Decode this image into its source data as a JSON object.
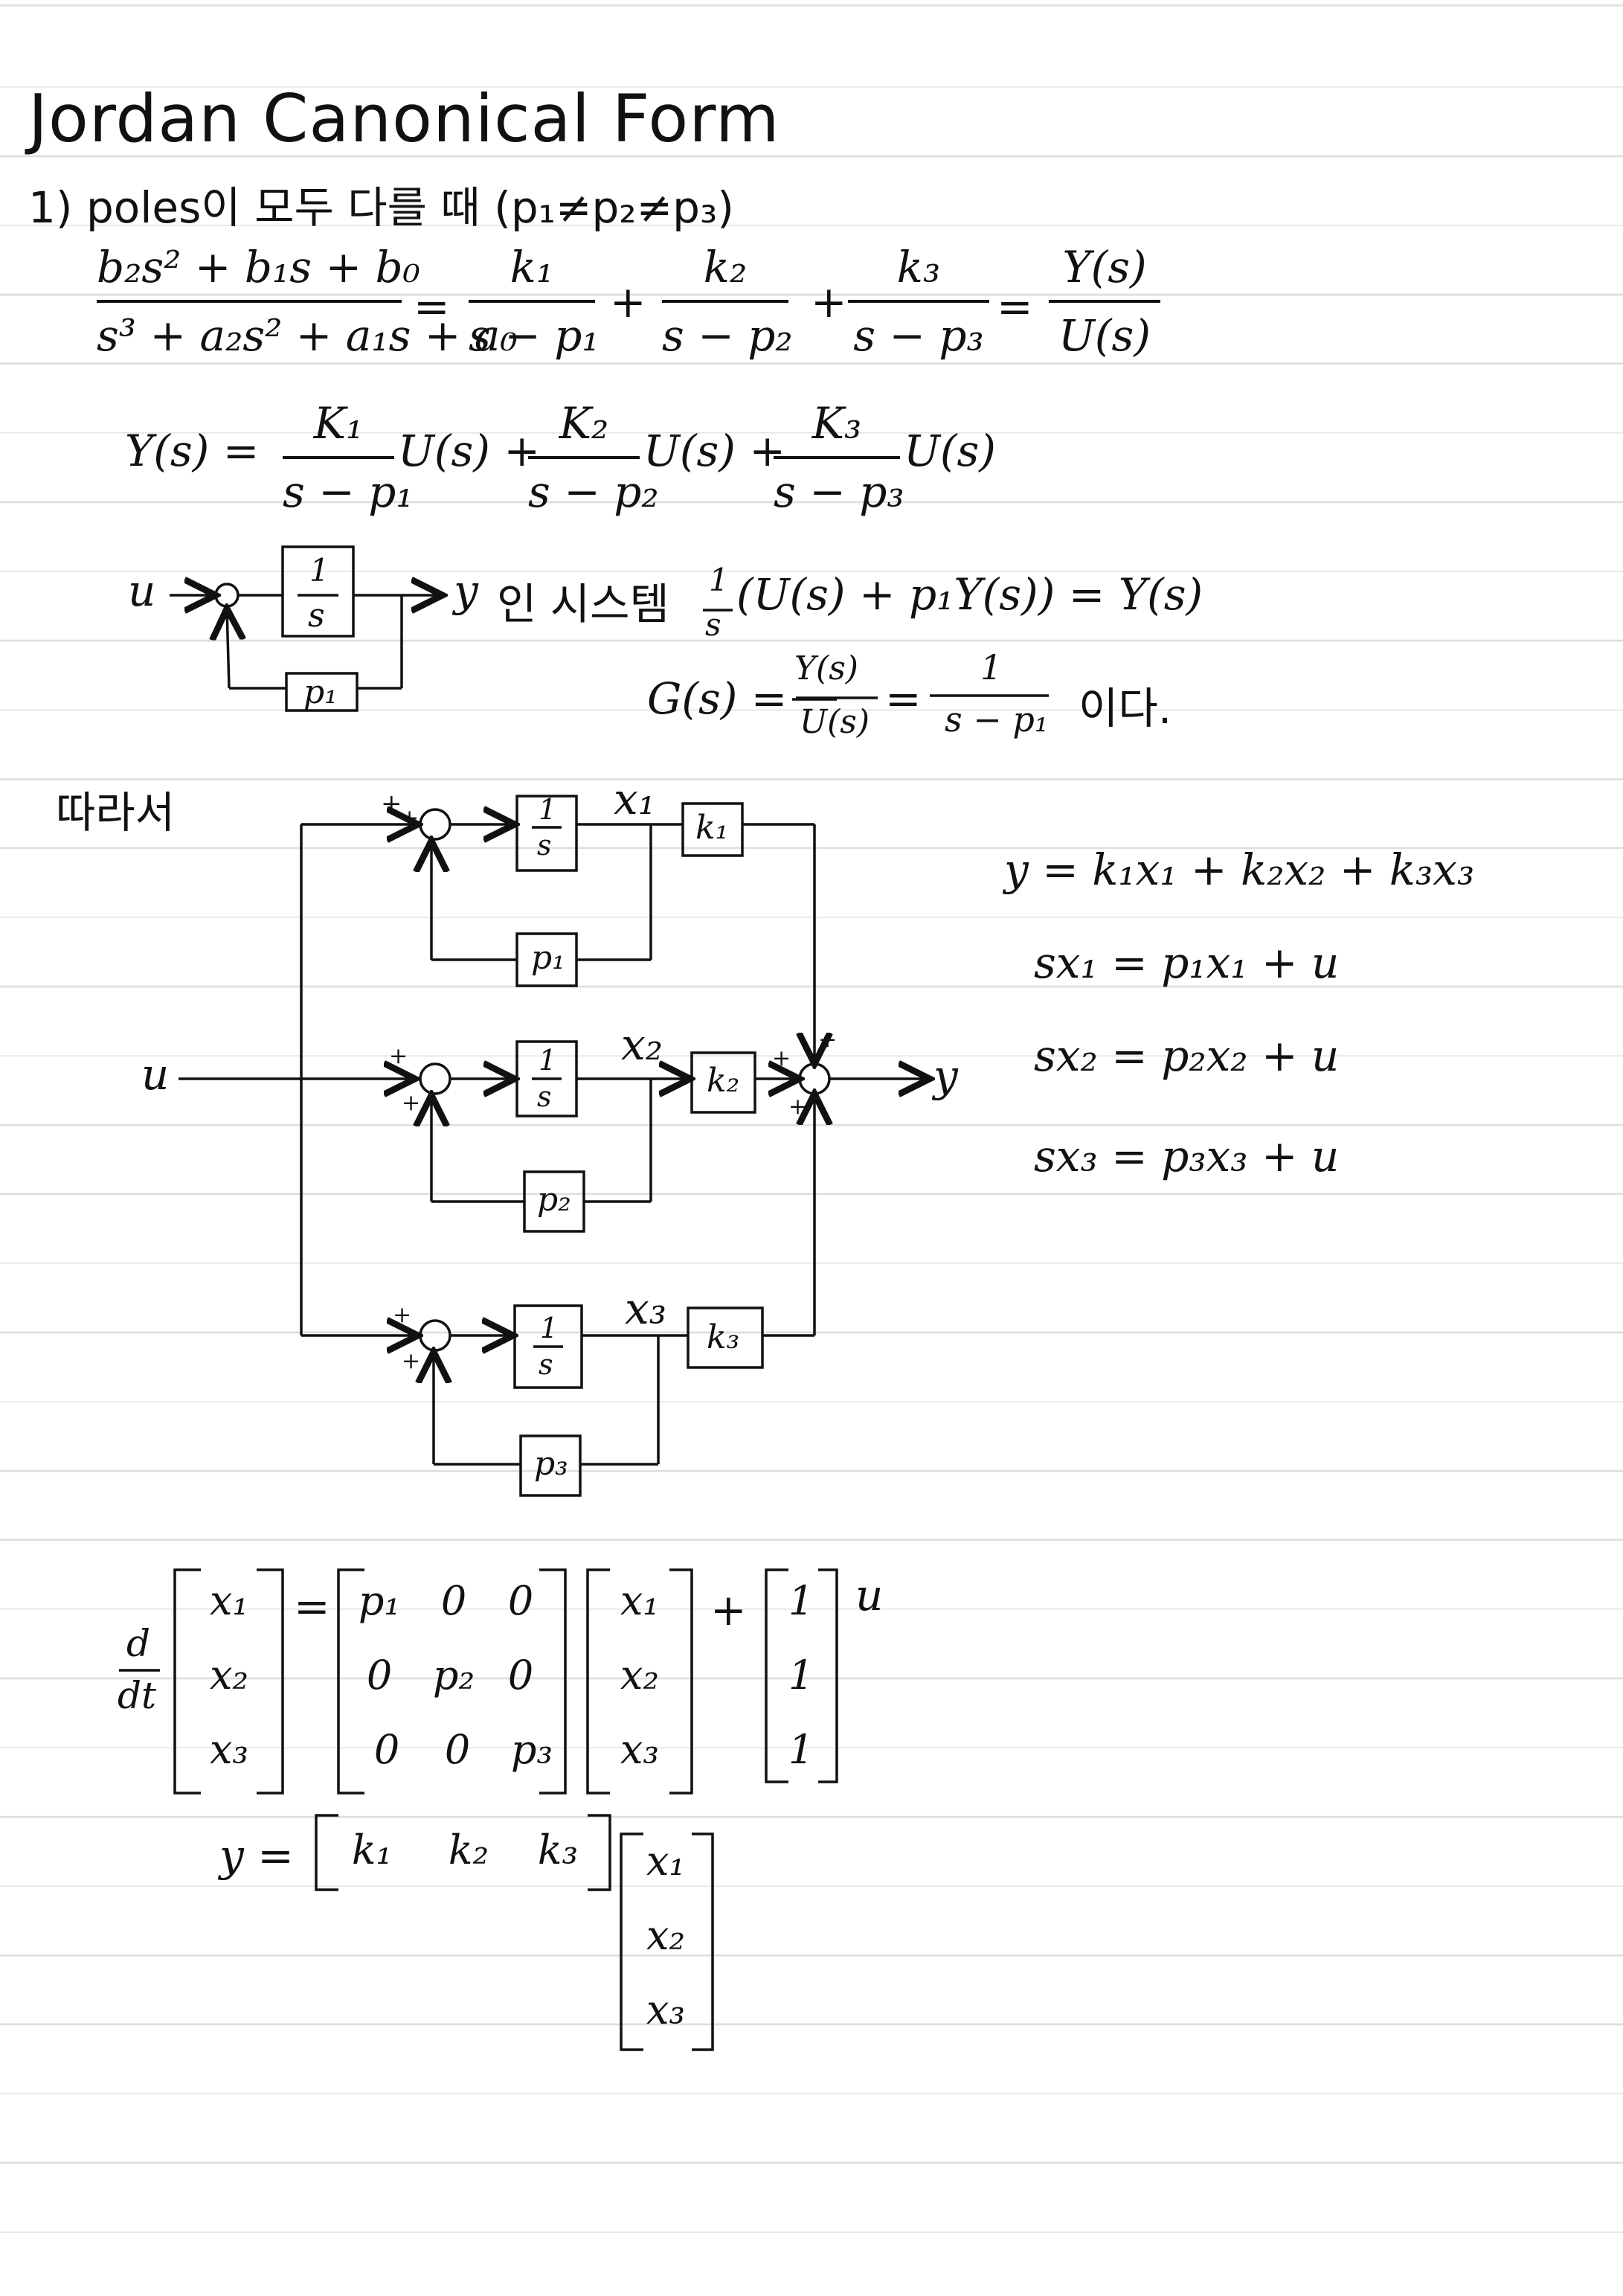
{
  "page": {
    "title": "Jordan Canonical Form",
    "subtitle": "1) poles이 모두 다를 때 (p₁≠p₂≠p₃)"
  },
  "tf": {
    "num": "b₂s² + b₁s + b₀",
    "den": "s³ + a₂s² + a₁s + a₀",
    "eq1": "=",
    "k1_num": "k₁",
    "k1_den": "s − p₁",
    "plus1": "+",
    "k2_num": "k₂",
    "k2_den": "s − p₂",
    "plus2": "+",
    "k3_num": "k₃",
    "k3_den": "s − p₃",
    "eq2": "=",
    "ys": "Y(s)",
    "us": "U(s)"
  },
  "ys_eq": {
    "lhs": "Y(s) =",
    "t1_num": "K₁",
    "t1_den": "s − p₁",
    "t1_u": "U(s) +",
    "t2_num": "K₂",
    "t2_den": "s − p₂",
    "t2_u": "U(s) +",
    "t3_num": "K₃",
    "t3_den": "s − p₃",
    "t3_u": "U(s)"
  },
  "small_diagram": {
    "u": "u",
    "integrator_num": "1",
    "integrator_den": "s",
    "feedback": "p₁",
    "y": "y",
    "text": "인 시스템",
    "rel_num": "1",
    "rel_den": "s",
    "relation": "(U(s) + p₁Y(s)) = Y(s)",
    "g_lhs": "G(s) =",
    "g_num": "Y(s)",
    "g_den": "U(s)",
    "g_eq": "=",
    "g_rnum": "1",
    "g_rden": "s − p₁",
    "g_suffix": "이다."
  },
  "therefore": "따라서",
  "big_diagram": {
    "u": "u",
    "y": "y",
    "x1": "x₁",
    "x2": "x₂",
    "x3": "x₃",
    "int_num": "1",
    "int_den": "s",
    "p1": "p₁",
    "p2": "p₂",
    "p3": "p₃",
    "k1": "k₁",
    "k2": "k₂",
    "k3": "k₃",
    "plus": "+"
  },
  "state_eqs": [
    "y = k₁x₁ + k₂x₂ + k₃x₃",
    "sx₁ = p₁x₁ + u",
    "sx₂ = p₂x₂ + u",
    "sx₃ = p₃x₃ + u"
  ],
  "matrix_eq": {
    "ddt_num": "d",
    "ddt_den": "dt",
    "x_vec": [
      "x₁",
      "x₂",
      "x₃"
    ],
    "eq": "=",
    "A": [
      [
        "p₁",
        "0",
        "0"
      ],
      [
        "0",
        "p₂",
        "0"
      ],
      [
        "0",
        "0",
        "p₃"
      ]
    ],
    "plus": "+",
    "B": [
      "1",
      "1",
      "1"
    ],
    "u": "u"
  },
  "output_eq": {
    "lhs": "y =",
    "C": [
      "k₁",
      "k₂",
      "k₃"
    ],
    "x_vec": [
      "x₁",
      "x₂",
      "x₃"
    ]
  }
}
